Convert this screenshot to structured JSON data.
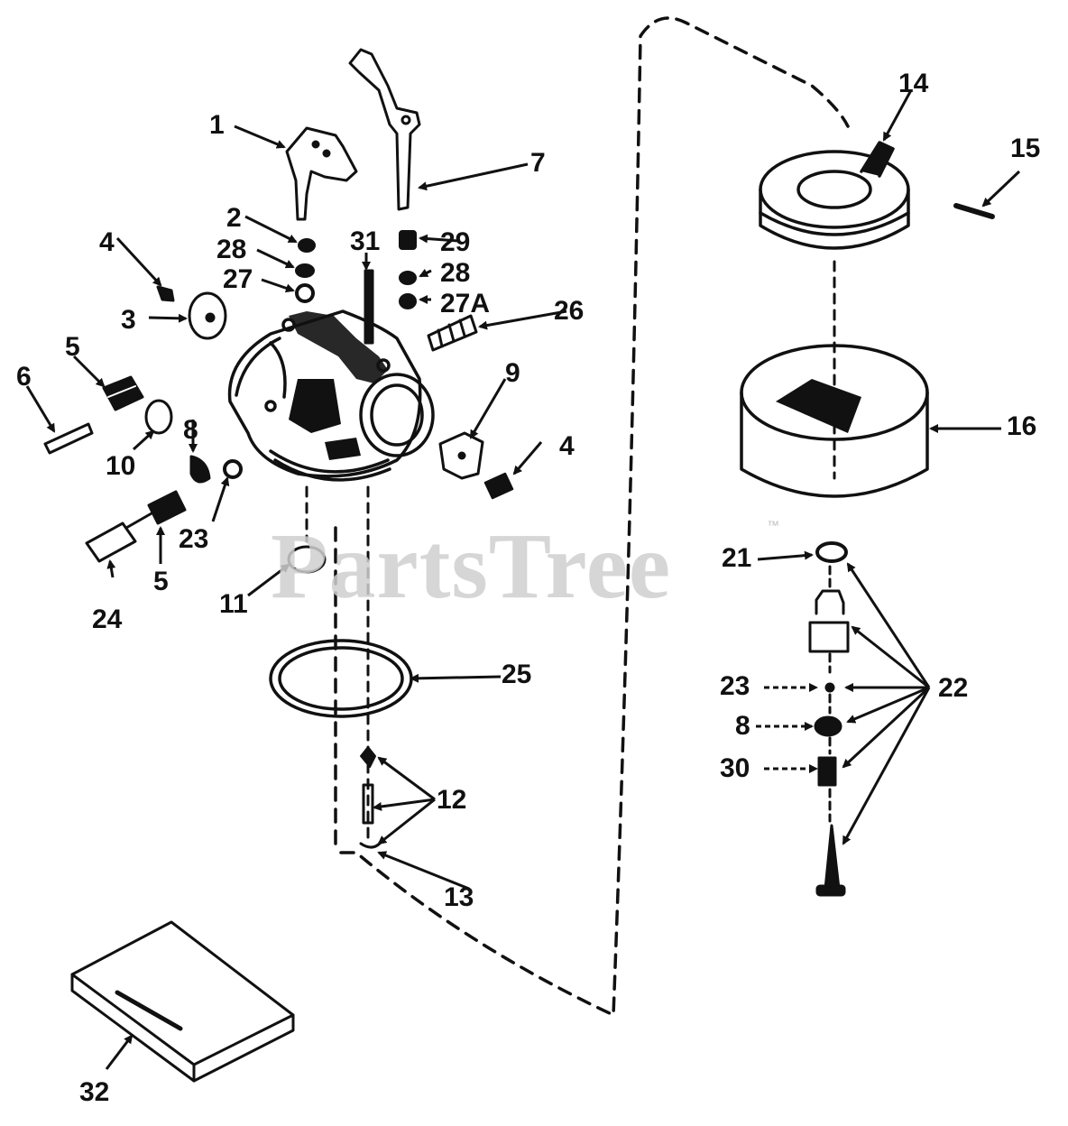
{
  "watermark": {
    "text": "PartsTree",
    "mark": "™"
  },
  "callouts": {
    "c1": "1",
    "c2": "2",
    "c3": "3",
    "c4a": "4",
    "c4b": "4",
    "c5a": "5",
    "c5b": "5",
    "c6": "6",
    "c7": "7",
    "c8a": "8",
    "c8b": "8",
    "c9": "9",
    "c10": "10",
    "c11": "11",
    "c12": "12",
    "c13": "13",
    "c14": "14",
    "c15": "15",
    "c16": "16",
    "c21": "21",
    "c22": "22",
    "c23a": "23",
    "c23b": "23",
    "c24": "24",
    "c25": "25",
    "c26": "26",
    "c27": "27",
    "c27a": "27A",
    "c28a": "28",
    "c28b": "28",
    "c29": "29",
    "c30": "30",
    "c31": "31",
    "c32": "32"
  },
  "colors": {
    "ink": "#111111",
    "watermark": "#cfcfcf",
    "background": "#ffffff"
  }
}
